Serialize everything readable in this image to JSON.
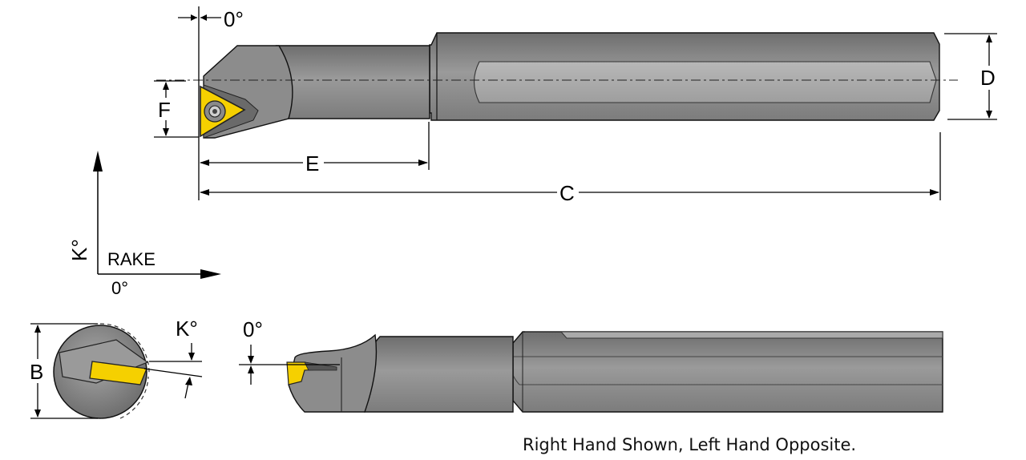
{
  "labels": {
    "top_angle": "0°",
    "dim_f": "F",
    "dim_e": "E",
    "dim_c": "C",
    "dim_d": "D",
    "k_axis": "K°",
    "rake": "RAKE",
    "rake_angle": "0°",
    "end_k": "K°",
    "dim_b": "B",
    "side_angle": "0°"
  },
  "caption": "Right Hand Shown, Left Hand Opposite.",
  "colors": {
    "steel_dark": "#7a7a7a",
    "steel_mid": "#9c9c9c",
    "steel_light": "#b5b5b5",
    "insert_yellow": "#f5d000"
  }
}
